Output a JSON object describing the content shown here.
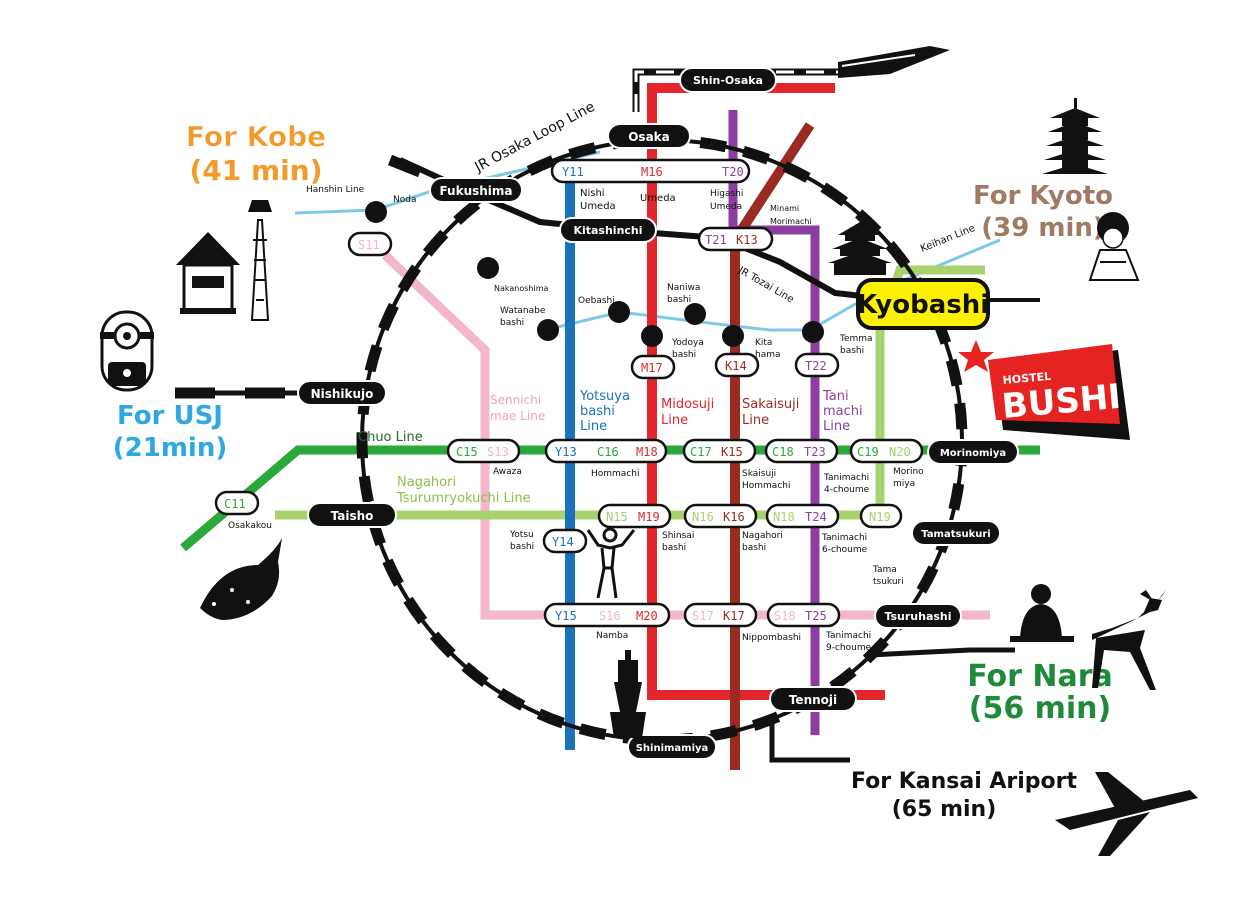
{
  "colors": {
    "loop": "#111111",
    "midosuji": "#e3262b",
    "yotsubashi": "#1a72bb",
    "tanimachi": "#8c3fa0",
    "sakaisuji": "#9a2b22",
    "sennichimae": "#f4b6c9",
    "chuo": "#2aa83a",
    "nagahori": "#a7d26e",
    "keihan": "#7ec8ea",
    "tozai": "#111111",
    "kobe": "#f29b2a",
    "kyoto": "#a07a64",
    "usj": "#2fa7e0",
    "nara": "#1f8a3a",
    "highlight": "#fff200",
    "bushi": "#e52421"
  },
  "destinations": {
    "kobe": [
      "For Kobe",
      "(41 min)"
    ],
    "kyoto": [
      "For Kyoto",
      "(39 min)"
    ],
    "usj": [
      "For USJ",
      "(21min)"
    ],
    "nara": [
      "For Nara",
      "(56 min)"
    ],
    "kansai": [
      "For Kansai Ariport",
      "(65 min)"
    ]
  },
  "lines": {
    "loop": "JR Osaka Loop Line",
    "tozai": "JR Tozai Line",
    "hanshin": "Hanshin Line",
    "keihan": "Keihan Line",
    "chuo": "Chuo Line",
    "nagahori": [
      "Nagahori",
      "Tsurumryokuchi Line"
    ],
    "sennichimae": [
      "Sennichi",
      "mae Line"
    ],
    "yotsubashi": [
      "Yotsuya",
      "bashi",
      "Line"
    ],
    "midosuji": [
      "Midosuji",
      "Line"
    ],
    "sakaisuji": [
      "Sakaisuji",
      "Line"
    ],
    "tanimachi": [
      "Tani",
      "machi",
      "Line"
    ]
  },
  "jr_stations": {
    "shinosaka": "Shin-Osaka",
    "osaka": "Osaka",
    "fukushima": "Fukushima",
    "kitashinchi": "Kitashinchi",
    "kyobashi": "Kyobashi",
    "nishikujo": "Nishikujo",
    "morinomiya": "Morinomiya",
    "taisho": "Taisho",
    "tamatsukuri": "Tamatsukuri",
    "tsuruhashi": "Tsuruhashi",
    "tennoji": "Tennoji",
    "shinimamiya": "Shinimamiya"
  },
  "station_codes": {
    "y11": "Y11",
    "m16": "M16",
    "t20": "T20",
    "t21": "T21",
    "k13": "K13",
    "s11": "S11",
    "m17": "M17",
    "k14": "K14",
    "t22": "T22",
    "c15": "C15",
    "s13": "S13",
    "y13": "Y13",
    "c16": "C16",
    "m18": "M18",
    "c17": "C17",
    "k15": "K15",
    "c18": "C18",
    "t23": "T23",
    "c19": "C19",
    "n20": "N20",
    "c11": "C11",
    "n15": "N15",
    "m19": "M19",
    "n16": "N16",
    "k16": "K16",
    "n18": "N18",
    "t24": "T24",
    "n19": "N19",
    "y14": "Y14",
    "y15": "Y15",
    "s16": "S16",
    "m20": "M20",
    "s17": "S17",
    "k17": "K17",
    "s18": "S18",
    "t25": "T25"
  },
  "station_names": {
    "nishiumeda": [
      "Nishi",
      "Umeda"
    ],
    "umeda": "Umeda",
    "higashiumeda": [
      "Higashi",
      "Umeda"
    ],
    "minamimorimachi": [
      "Minami",
      "Morimachi"
    ],
    "noda": "Noda",
    "nakanoshima": "Nakanoshima",
    "watanabebashi": [
      "Watanabe",
      "bashi"
    ],
    "oebashi": "Oebashi",
    "naniwabashi": [
      "Naniwa",
      "bashi"
    ],
    "yodoyabashi": [
      "Yodoya",
      "bashi"
    ],
    "kitahama": [
      "Kita",
      "hama"
    ],
    "temmabashi": [
      "Temma",
      "bashi"
    ],
    "awaza": "Awaza",
    "hommachi": "Hommachi",
    "sakaisujihommachi": [
      "Skaisuji",
      "Hommachi"
    ],
    "tanimachi4": [
      "Tanimachi",
      "4-choume"
    ],
    "morinomiya_sub": [
      "Morino",
      "miya"
    ],
    "osakakou": "Osakakou",
    "yotsubashi": [
      "Yotsu",
      "bashi"
    ],
    "shinsaibashi": [
      "Shinsai",
      "bashi"
    ],
    "nagahoribashi": [
      "Nagahori",
      "bashi"
    ],
    "tanimachi6": [
      "Tanimachi",
      "6-choume"
    ],
    "tamatsukuri_sub": [
      "Tama",
      "tsukuri"
    ],
    "namba": "Namba",
    "nippombashi": "Nippombashi",
    "tanimachi9": [
      "Tanimachi",
      "9-choume"
    ]
  },
  "hostel": {
    "small": "HOSTEL",
    "big": "BUSHI"
  }
}
